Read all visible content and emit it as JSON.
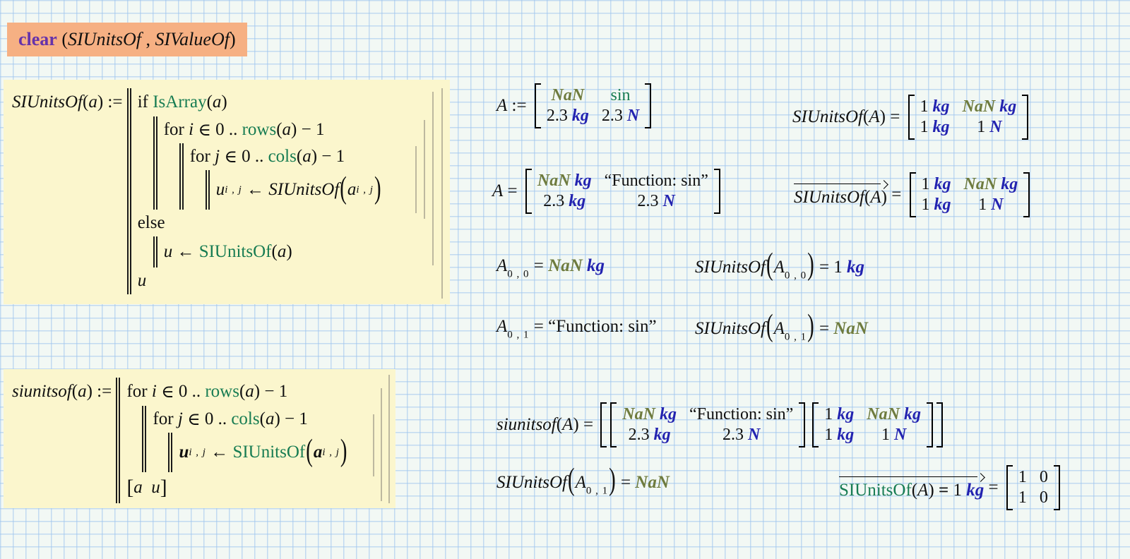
{
  "colors": {
    "builtin_green": "#177c52",
    "unit_navy": "#2323b0",
    "nan_olive": "#6e7b3e",
    "keyword_purple": "#6633aa",
    "region_yellow": "#fbf6cd",
    "highlight_salmon": "#f6b083",
    "grid_blue": "#a0c6ee"
  },
  "clear_region": {
    "runs": [
      {
        "t": "clear",
        "s": "clearkw"
      },
      {
        "t": " (",
        "s": "kw"
      },
      {
        "t": "SIUnitsOf",
        "s": "v"
      },
      {
        "t": " , ",
        "s": "kw"
      },
      {
        "t": "SIValueOf",
        "s": "v"
      },
      {
        "t": ")",
        "s": "kw"
      }
    ]
  },
  "prog1": {
    "head": [
      {
        "t": "SIUnitsOf",
        "s": "v"
      },
      {
        "t": "(",
        "s": "kw"
      },
      {
        "t": "a",
        "s": "v"
      },
      {
        "t": ")",
        "s": "kw"
      },
      {
        "t": " := ",
        "s": "kw"
      }
    ],
    "line_if": [
      {
        "t": "if ",
        "s": "kw"
      },
      {
        "t": "IsArray",
        "s": "f"
      },
      {
        "t": "(",
        "s": "kw"
      },
      {
        "t": "a",
        "s": "v"
      },
      {
        "t": ")",
        "s": "kw"
      }
    ],
    "line_for_i": [
      {
        "t": "for ",
        "s": "kw"
      },
      {
        "t": "i",
        "s": "v"
      },
      {
        "t": " ∈ ",
        "s": "kw"
      },
      {
        "t": "0",
        "s": "n"
      },
      {
        "t": " .. ",
        "s": "kw"
      },
      {
        "t": "rows",
        "s": "f"
      },
      {
        "t": "(",
        "s": "kw"
      },
      {
        "t": "a",
        "s": "v"
      },
      {
        "t": ")",
        "s": "kw"
      },
      {
        "t": " − 1",
        "s": "n"
      }
    ],
    "line_for_j": [
      {
        "t": "for ",
        "s": "kw"
      },
      {
        "t": "j",
        "s": "v"
      },
      {
        "t": " ∈ ",
        "s": "kw"
      },
      {
        "t": "0",
        "s": "n"
      },
      {
        "t": " .. ",
        "s": "kw"
      },
      {
        "t": "cols",
        "s": "f"
      },
      {
        "t": "(",
        "s": "kw"
      },
      {
        "t": "a",
        "s": "v"
      },
      {
        "t": ")",
        "s": "kw"
      },
      {
        "t": " − 1",
        "s": "n"
      }
    ],
    "line_assign": [
      {
        "t": "u",
        "s": "v"
      },
      {
        "t": "i , j",
        "s": "sub"
      },
      {
        "t": " ← ",
        "s": "kw"
      },
      {
        "t": "SIUnitsOf",
        "s": "v"
      },
      {
        "t": "(",
        "s": "bp"
      },
      {
        "t": "a",
        "s": "v"
      },
      {
        "t": "i , j",
        "s": "sub"
      },
      {
        "t": ")",
        "s": "bp"
      }
    ],
    "line_else": [
      {
        "t": "else",
        "s": "kw"
      }
    ],
    "line_assign2": [
      {
        "t": "u",
        "s": "v"
      },
      {
        "t": " ← ",
        "s": "kw"
      },
      {
        "t": "SIUnitsOf",
        "s": "f"
      },
      {
        "t": "(",
        "s": "kw"
      },
      {
        "t": "a",
        "s": "v"
      },
      {
        "t": ")",
        "s": "kw"
      }
    ],
    "line_return": [
      {
        "t": "u",
        "s": "v"
      }
    ]
  },
  "prog2": {
    "head": [
      {
        "t": "siunitsof",
        "s": "v"
      },
      {
        "t": "(",
        "s": "kw"
      },
      {
        "t": "a",
        "s": "v"
      },
      {
        "t": ")",
        "s": "kw"
      },
      {
        "t": " := ",
        "s": "kw"
      }
    ],
    "line_for_i": [
      {
        "t": "for ",
        "s": "kw"
      },
      {
        "t": "i",
        "s": "v"
      },
      {
        "t": " ∈ ",
        "s": "kw"
      },
      {
        "t": "0",
        "s": "n"
      },
      {
        "t": " .. ",
        "s": "kw"
      },
      {
        "t": "rows",
        "s": "f"
      },
      {
        "t": "(",
        "s": "kw"
      },
      {
        "t": "a",
        "s": "v"
      },
      {
        "t": ")",
        "s": "kw"
      },
      {
        "t": " − 1",
        "s": "n"
      }
    ],
    "line_for_j": [
      {
        "t": "for ",
        "s": "kw"
      },
      {
        "t": "j",
        "s": "v"
      },
      {
        "t": " ∈ ",
        "s": "kw"
      },
      {
        "t": "0",
        "s": "n"
      },
      {
        "t": " .. ",
        "s": "kw"
      },
      {
        "t": "cols",
        "s": "f"
      },
      {
        "t": "(",
        "s": "kw"
      },
      {
        "t": "a",
        "s": "v"
      },
      {
        "t": ")",
        "s": "kw"
      },
      {
        "t": " − 1",
        "s": "n"
      }
    ],
    "line_assign": [
      {
        "t": "u",
        "s": "vb"
      },
      {
        "t": "i , j",
        "s": "sub"
      },
      {
        "t": " ← ",
        "s": "kw"
      },
      {
        "t": "SIUnitsOf",
        "s": "f"
      },
      {
        "t": "(",
        "s": "bp"
      },
      {
        "t": "a",
        "s": "vb"
      },
      {
        "t": "i , j",
        "s": "sub"
      },
      {
        "t": ")",
        "s": "bp"
      }
    ],
    "line_return": [
      {
        "t": "[",
        "s": "br"
      },
      {
        "t": "a",
        "s": "v"
      },
      {
        "t": "  ",
        "s": "kw"
      },
      {
        "t": "u",
        "s": "v"
      },
      {
        "t": "]",
        "s": "br"
      }
    ]
  },
  "matrices": {
    "m_A_def": {
      "rows": [
        [
          [
            {
              "t": "NaN",
              "s": "nan"
            }
          ],
          [
            {
              "t": "sin",
              "s": "f"
            }
          ]
        ],
        [
          [
            {
              "t": "2.3 ",
              "s": "n"
            },
            {
              "t": "kg",
              "s": "u"
            }
          ],
          [
            {
              "t": "2.3 ",
              "s": "n"
            },
            {
              "t": "N",
              "s": "u"
            }
          ]
        ]
      ]
    },
    "m_units": {
      "rows": [
        [
          [
            {
              "t": "1 ",
              "s": "n"
            },
            {
              "t": "kg",
              "s": "u"
            }
          ],
          [
            {
              "t": "NaN",
              "s": "nan"
            },
            {
              "t": " ",
              "s": "kw"
            },
            {
              "t": "kg",
              "s": "u"
            }
          ]
        ],
        [
          [
            {
              "t": "1 ",
              "s": "n"
            },
            {
              "t": "kg",
              "s": "u"
            }
          ],
          [
            {
              "t": "1 ",
              "s": "n"
            },
            {
              "t": "N",
              "s": "u"
            }
          ]
        ]
      ]
    },
    "m_A_show": {
      "rows": [
        [
          [
            {
              "t": "NaN",
              "s": "nan"
            },
            {
              "t": " ",
              "s": "kw"
            },
            {
              "t": "kg",
              "s": "u"
            }
          ],
          [
            {
              "t": "“Function: sin”",
              "s": "q"
            }
          ]
        ],
        [
          [
            {
              "t": "2.3 ",
              "s": "n"
            },
            {
              "t": "kg",
              "s": "u"
            }
          ],
          [
            {
              "t": "2.3 ",
              "s": "n"
            },
            {
              "t": "N",
              "s": "u"
            }
          ]
        ]
      ]
    },
    "m_ones": {
      "rows": [
        [
          [
            {
              "t": "1",
              "s": "n"
            }
          ],
          [
            {
              "t": "0",
              "s": "n"
            }
          ]
        ],
        [
          [
            {
              "t": "1",
              "s": "n"
            }
          ],
          [
            {
              "t": "0",
              "s": "n"
            }
          ]
        ]
      ]
    }
  },
  "expr1": {
    "label": [
      {
        "t": "A",
        "s": "v"
      },
      {
        "t": " := ",
        "s": "kw"
      }
    ]
  },
  "expr2": {
    "label": [
      {
        "t": "SIUnitsOf",
        "s": "v"
      },
      {
        "t": "(",
        "s": "kw"
      },
      {
        "t": "A",
        "s": "v"
      },
      {
        "t": ")",
        "s": "kw"
      },
      {
        "t": " = ",
        "s": "kw"
      }
    ]
  },
  "expr3": {
    "label": [
      {
        "t": "A",
        "s": "v"
      },
      {
        "t": " = ",
        "s": "kw"
      }
    ]
  },
  "expr4": {
    "vec_label": [
      {
        "t": "SIUnitsOf",
        "s": "v"
      },
      {
        "t": "(",
        "s": "kw"
      },
      {
        "t": "A",
        "s": "v"
      },
      {
        "t": ")",
        "s": "kw"
      }
    ],
    "eq": [
      {
        "t": " = ",
        "s": "kw"
      }
    ]
  },
  "expr5": {
    "runs": [
      {
        "t": "A",
        "s": "v"
      },
      {
        "t": "0 , 0",
        "s": "subn"
      },
      {
        "t": " = ",
        "s": "kw"
      },
      {
        "t": "NaN",
        "s": "nan"
      },
      {
        "t": " ",
        "s": "kw"
      },
      {
        "t": "kg",
        "s": "u"
      }
    ]
  },
  "expr6": {
    "runs": [
      {
        "t": "SIUnitsOf",
        "s": "v"
      },
      {
        "t": "(",
        "s": "bp"
      },
      {
        "t": "A",
        "s": "v"
      },
      {
        "t": "0 , 0",
        "s": "subn"
      },
      {
        "t": ")",
        "s": "bp"
      },
      {
        "t": " = ",
        "s": "kw"
      },
      {
        "t": "1 ",
        "s": "n"
      },
      {
        "t": "kg",
        "s": "u"
      }
    ]
  },
  "expr7": {
    "runs": [
      {
        "t": "A",
        "s": "v"
      },
      {
        "t": "0 , 1",
        "s": "subn"
      },
      {
        "t": " = ",
        "s": "kw"
      },
      {
        "t": "“Function: sin”",
        "s": "q"
      }
    ]
  },
  "expr8": {
    "runs": [
      {
        "t": "SIUnitsOf",
        "s": "v"
      },
      {
        "t": "(",
        "s": "bp"
      },
      {
        "t": "A",
        "s": "v"
      },
      {
        "t": "0 , 1",
        "s": "subn"
      },
      {
        "t": ")",
        "s": "bp"
      },
      {
        "t": " = ",
        "s": "kw"
      },
      {
        "t": "NaN",
        "s": "nan"
      }
    ]
  },
  "expr9": {
    "label": [
      {
        "t": "siunitsof",
        "s": "v"
      },
      {
        "t": "(",
        "s": "kw"
      },
      {
        "t": "A",
        "s": "v"
      },
      {
        "t": ")",
        "s": "kw"
      },
      {
        "t": " = ",
        "s": "kw"
      }
    ]
  },
  "expr10": {
    "runs": [
      {
        "t": "SIUnitsOf",
        "s": "v"
      },
      {
        "t": "(",
        "s": "bp"
      },
      {
        "t": "A",
        "s": "v"
      },
      {
        "t": "0 , 1",
        "s": "subn"
      },
      {
        "t": ")",
        "s": "bp"
      },
      {
        "t": " = ",
        "s": "kw"
      },
      {
        "t": "NaN",
        "s": "nan"
      }
    ]
  },
  "expr11": {
    "vec_label": [
      {
        "t": "SIUnitsOf",
        "s": "f"
      },
      {
        "t": "(",
        "s": "kw"
      },
      {
        "t": "A",
        "s": "v"
      },
      {
        "t": ")",
        "s": "kw"
      },
      {
        "t": " = ",
        "s": "b"
      },
      {
        "t": "1 ",
        "s": "n"
      },
      {
        "t": "kg",
        "s": "u"
      }
    ],
    "eq": [
      {
        "t": " = ",
        "s": "kw"
      }
    ]
  }
}
